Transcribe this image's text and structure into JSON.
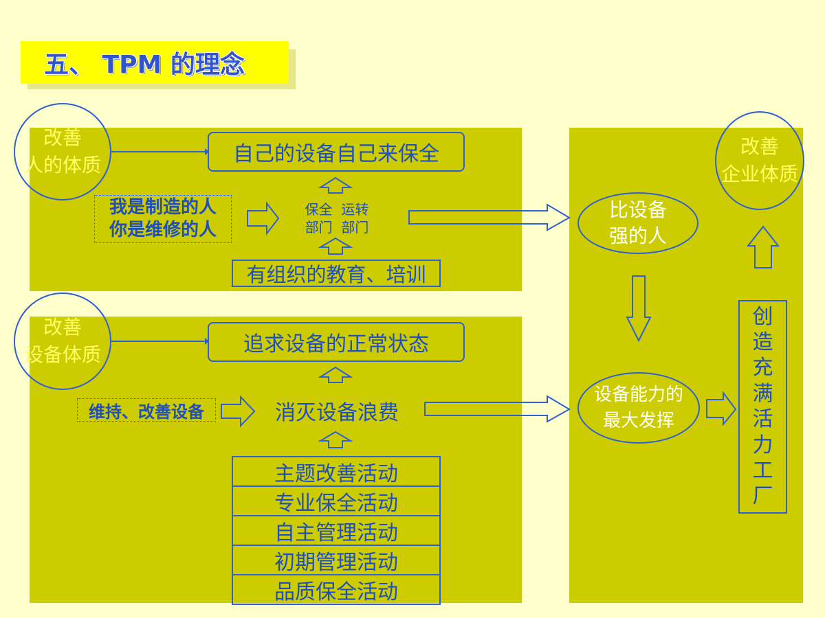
{
  "title": "五、 TPM 的理念",
  "top_section": {
    "circle_line1": "改善",
    "circle_line2": "人的体质",
    "goal": "自己的设备自己来保全",
    "mindset_line1": "我是制造的人",
    "mindset_line2": "你是维修的人",
    "dept_line1": "保全  运转",
    "dept_line2": "部门  部门",
    "training": "有组织的教育、培训"
  },
  "bottom_section": {
    "circle_line1": "改善",
    "circle_line2": "设备体质",
    "goal": "追求设备的正常状态",
    "input": "维持、改善设备",
    "middle": "消灭设备浪费",
    "activities": [
      "主题改善活动",
      "专业保全活动",
      "自主管理活动",
      "初期管理活动",
      "品质保全活动"
    ]
  },
  "right_section": {
    "people_line1": "比设备",
    "people_line2": "强的人",
    "equipment_line1": "设备能力的",
    "equipment_line2": "最大发挥",
    "factory_chars": [
      "创",
      "造",
      "充",
      "满",
      "活",
      "力",
      "工",
      "厂"
    ],
    "company_line1": "改善",
    "company_line2": "企业体质"
  },
  "colors": {
    "background": "#FFFFCC",
    "panel": "#CCCC00",
    "accent_blue": "#2E5FD6",
    "title_yellow": "#FFFF00"
  }
}
